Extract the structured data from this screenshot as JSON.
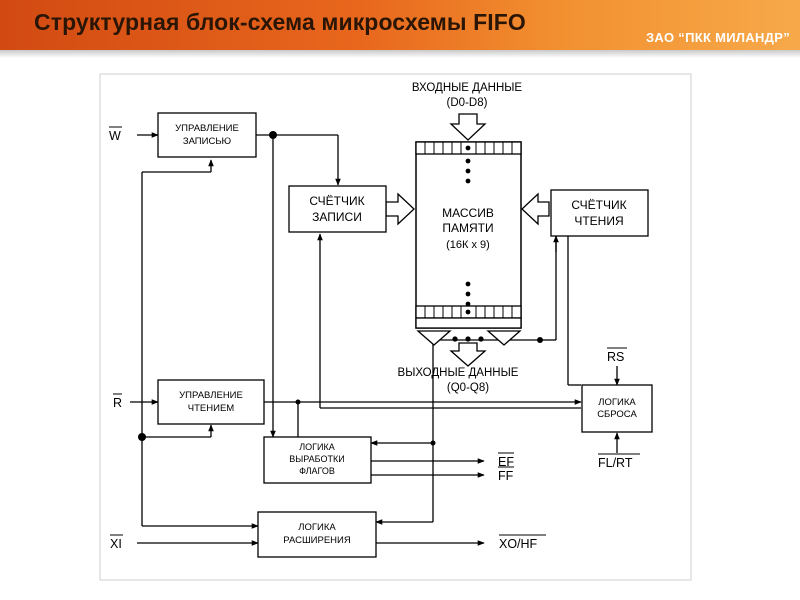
{
  "header": {
    "title": "Структурная блок-схема микросхемы FIFO",
    "company": "ЗАО “ПКК МИЛАНДР”"
  },
  "blocks": {
    "write_control": [
      "УПРАВЛЕНИЕ",
      "ЗАПИСЬЮ"
    ],
    "write_counter": [
      "СЧЁТЧИК",
      "ЗАПИСИ"
    ],
    "memory_array": [
      "МАССИВ",
      "ПАМЯТИ",
      "(16К х 9)"
    ],
    "read_counter": [
      "СЧЁТЧИК",
      "ЧТЕНИЯ"
    ],
    "read_control": [
      "УПРАВЛЕНИЕ",
      "ЧТЕНИЕМ"
    ],
    "flag_logic": [
      "ЛОГИКА",
      "ВЫРАБОТКИ",
      "ФЛАГОВ"
    ],
    "reset_logic": [
      "ЛОГИКА",
      "СБРОСА"
    ],
    "expansion_logic": [
      "ЛОГИКА",
      "РАСШИРЕНИЯ"
    ]
  },
  "labels": {
    "data_in": "ВХОДНЫЕ ДАННЫЕ",
    "data_in_bus": "(D0-D8)",
    "data_out": "ВЫХОДНЫЕ ДАННЫЕ",
    "data_out_bus": "(Q0-Q8)"
  },
  "signals": {
    "w": "W",
    "r": "R",
    "xi": "XI",
    "rs": "RS",
    "fl_rt": "FL/RT",
    "ef": "EF",
    "ff": "FF",
    "xo_hf": "XO/HF"
  }
}
